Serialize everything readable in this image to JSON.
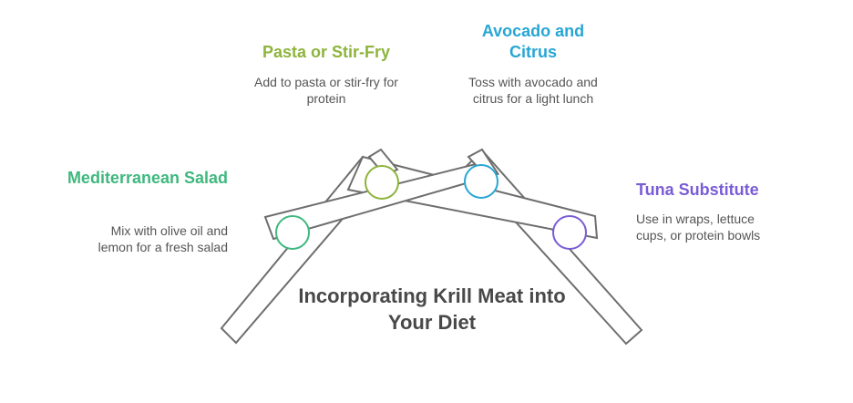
{
  "title": "Incorporating Krill Meat into Your Diet",
  "colors": {
    "mediterranean": "#3FB87F",
    "pasta": "#8DB43C",
    "avocado": "#27A6D4",
    "tuna": "#7A5CD6",
    "stroke": "#6E6E6E"
  },
  "items": [
    {
      "title": "Mediterranean Salad",
      "desc": "Mix with olive oil and lemon for a fresh salad"
    },
    {
      "title": "Pasta or Stir-Fry",
      "desc": "Add to pasta or stir-fry for protein"
    },
    {
      "title": "Avocado and Citrus",
      "desc": "Toss with avocado and citrus for a light lunch"
    },
    {
      "title": "Tuna Substitute",
      "desc": "Use in wraps, lettuce cups, or protein bowls"
    }
  ]
}
